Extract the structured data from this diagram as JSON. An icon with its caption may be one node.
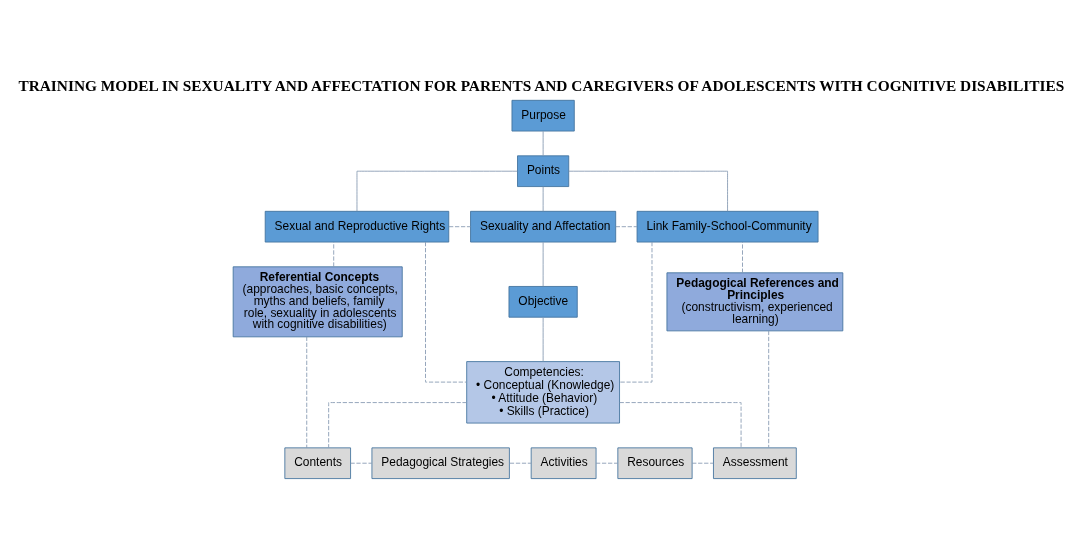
{
  "diagram": {
    "title": "TRAINING MODEL IN SEXUALITY AND AFFECTATION FOR PARENTS AND CAREGIVERS OF ADOLESCENTS WITH COGNITIVE DISABILITIES",
    "nodes": [
      {
        "text": [
          "Referential Concepts",
          "(approaches, basic concepts, myths and beliefs, family role, sexuality in adolescents with cognitive disabilities)"
        ]
      },
      {
        "text": [
          "Purpose"
        ]
      },
      {
        "text": [
          "Points"
        ]
      },
      {
        "text": [
          "Sexual and Reproductive Rights"
        ]
      },
      {
        "text": [
          "Sexuality and Affectation"
        ]
      },
      {
        "text": [
          "Link Family-School-Community"
        ]
      },
      {
        "text": [
          "Objective"
        ]
      },
      {
        "text": [
          "Competencies:",
          "• Conceptual (Knowledge)",
          "• Attitude (Behavior)",
          "• Skills (Practice)"
        ]
      },
      {
        "text": [
          "Contents"
        ]
      },
      {
        "text": [
          "Pedagogical Strategies"
        ]
      },
      {
        "text": [
          "Activities"
        ]
      },
      {
        "text": [
          "Resources"
        ]
      },
      {
        "text": [
          "Assessment"
        ]
      },
      {
        "text": [
          "Pedagogical References and Principles",
          "(constructivism, experienced learning)"
        ]
      }
    ],
    "edges": [
      {
        "from": 1,
        "to": 2,
        "arrow": "none"
      },
      {
        "from": 2,
        "to": 3,
        "arrow": "none"
      },
      {
        "from": 2,
        "to": 4,
        "arrow": "none"
      },
      {
        "from": 2,
        "to": 5,
        "arrow": "none"
      },
      {
        "from": 4,
        "to": 6,
        "arrow": "none"
      },
      {
        "from": 6,
        "to": 7,
        "arrow": "none"
      },
      {
        "from": 3,
        "to": 4,
        "arrow": "none",
        "style": "dashed"
      },
      {
        "from": 4,
        "to": 5,
        "arrow": "none",
        "style": "dashed"
      },
      {
        "from": 0,
        "to": 3,
        "arrow": "none",
        "style": "dashed"
      },
      {
        "from": 0,
        "to": 8,
        "arrow": "none",
        "style": "dashed"
      },
      {
        "from": 13,
        "to": 5,
        "arrow": "none",
        "style": "dashed"
      },
      {
        "from": 13,
        "to": 12,
        "arrow": "none",
        "style": "dashed"
      },
      {
        "from": 3,
        "to": 7,
        "arrow": "none",
        "style": "dashed"
      },
      {
        "from": 5,
        "to": 7,
        "arrow": "none",
        "style": "dashed"
      },
      {
        "from": 7,
        "to": 8,
        "arrow": "none",
        "style": "dashed"
      },
      {
        "from": 7,
        "to": 12,
        "arrow": "none",
        "style": "dashed"
      },
      {
        "from": 8,
        "to": 9,
        "arrow": "none",
        "style": "dashed"
      },
      {
        "from": 9,
        "to": 10,
        "arrow": "none",
        "style": "dashed"
      },
      {
        "from": 10,
        "to": 11,
        "arrow": "none",
        "style": "dashed"
      },
      {
        "from": 11,
        "to": 12,
        "arrow": "none",
        "style": "dashed"
      }
    ]
  }
}
